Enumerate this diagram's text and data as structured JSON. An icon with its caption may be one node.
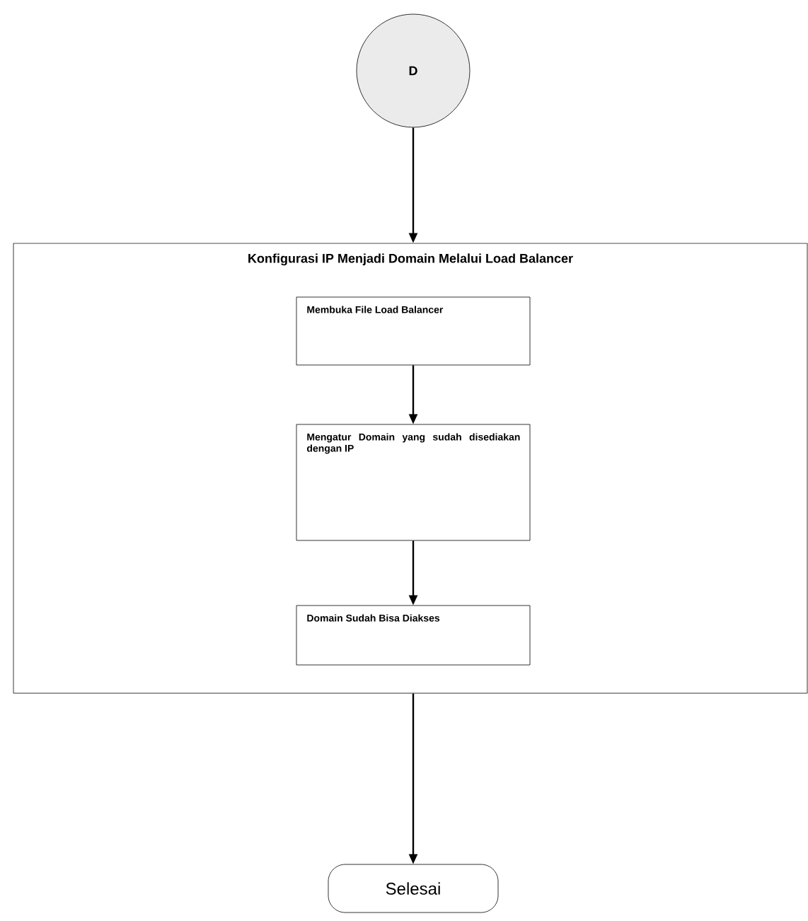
{
  "diagram": {
    "nodes": [
      {
        "text": [
          "D"
        ]
      },
      {
        "text": [
          "Konfigurasi IP Menjadi Domain  Melalui Load Balancer"
        ]
      },
      {
        "text": [
          "Membuka File Load Balancer"
        ],
        "in": 1
      },
      {
        "text": [
          "Mengatur Domain yang sudah disediakan dengan IP"
        ],
        "in": 1
      },
      {
        "text": [
          "Domain Sudah Bisa Diakses"
        ],
        "in": 1
      },
      {
        "text": [
          "Selesai"
        ]
      }
    ],
    "edges": [
      {
        "from": 0,
        "to": 1,
        "arrow": "to"
      },
      {
        "from": 2,
        "to": 3,
        "arrow": "to"
      },
      {
        "from": 3,
        "to": 4,
        "arrow": "to"
      },
      {
        "from": 1,
        "to": 5,
        "arrow": "to"
      }
    ]
  }
}
